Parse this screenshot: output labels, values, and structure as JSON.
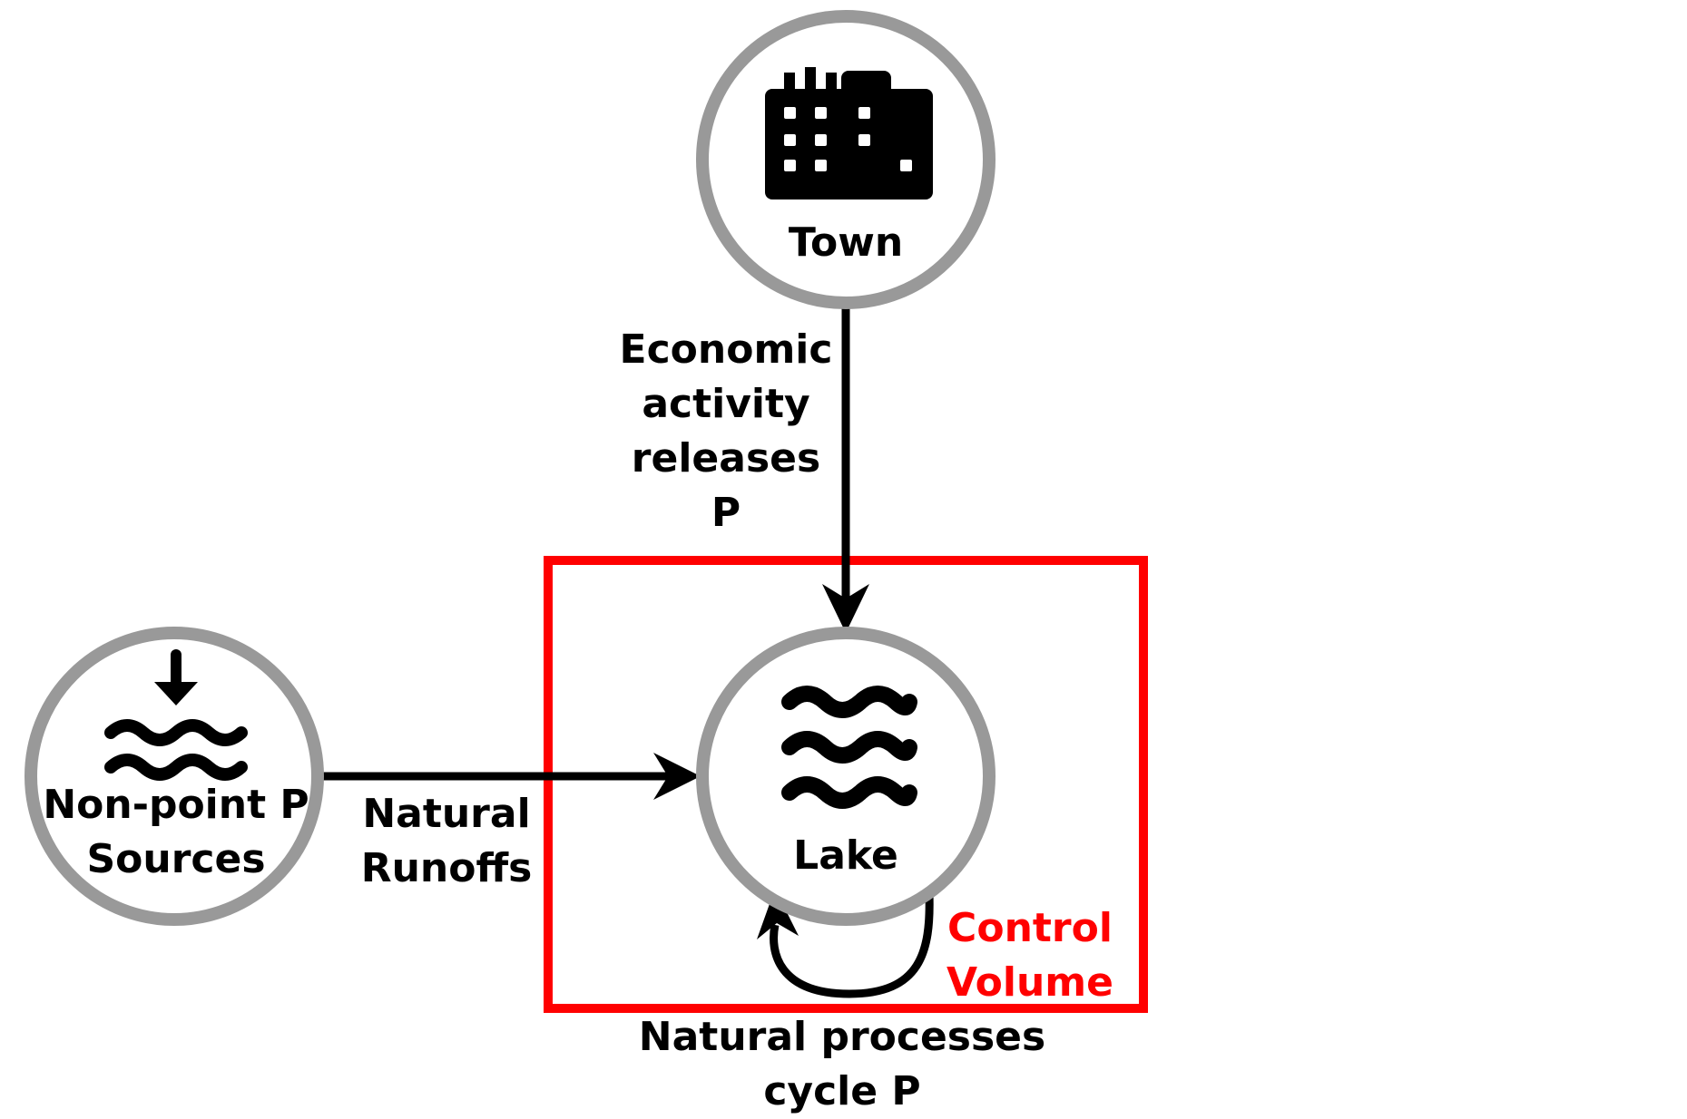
{
  "nodes": {
    "town": {
      "label": "Town",
      "icon": "factory-icon"
    },
    "lake": {
      "label": "Lake",
      "icon": "water-waves-icon"
    },
    "nonpoint": {
      "label_line1": "Non-point P",
      "label_line2": "Sources",
      "icon": "water-inflow-icon"
    }
  },
  "flows": {
    "economic": {
      "line1": "Economic",
      "line2": "activity",
      "line3": "releases",
      "line4": "P"
    },
    "runoff": {
      "line1": "Natural",
      "line2": "Runoffs"
    },
    "cycle": {
      "line1": "Natural processes",
      "line2": "cycle P"
    }
  },
  "control_volume": {
    "line1": "Control",
    "line2": "Volume",
    "color": "#ff0000"
  },
  "colors": {
    "ring": "#999999",
    "flow": "#000000"
  }
}
